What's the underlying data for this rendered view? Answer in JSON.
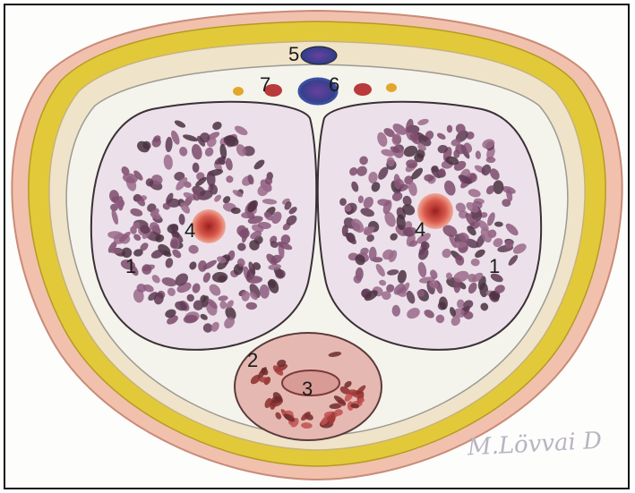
{
  "labels": {
    "corpus_cavernosum_left": "1",
    "corpus_cavernosum_right": "1",
    "corpus_spongiosum": "2",
    "urethra": "3",
    "deep_artery_left": "4",
    "deep_artery_right": "4",
    "superficial_dorsal_vein": "5",
    "deep_dorsal_vein": "6",
    "dorsal_artery": "7"
  },
  "signature": "M.Lövvai D",
  "colors": {
    "skin": "#f1c1ad",
    "fascia": "#e2c93a",
    "tunica": "#f4f3ec",
    "cavernous": "#ece1ea",
    "sinus": "#7c4b6c",
    "spongiosum": "#e5b9b2",
    "vein": "#4b3c8c",
    "artery": "#c0392b"
  }
}
